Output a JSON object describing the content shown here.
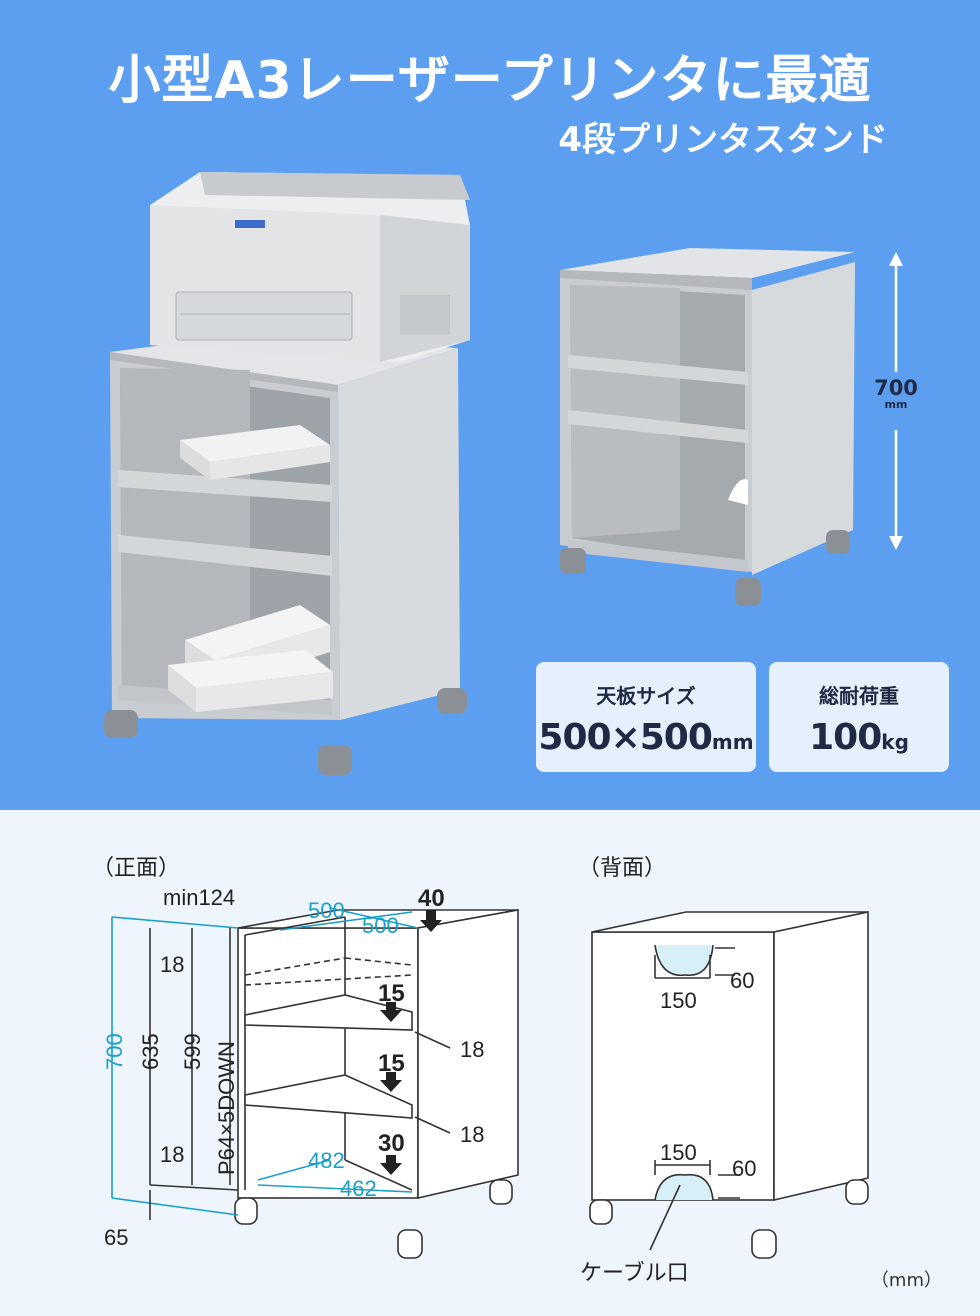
{
  "hero": {
    "title": "小型A3レーザープリンタに最適",
    "subtitle": "4段プリンタスタンド",
    "height_value": "700",
    "height_unit": "mm",
    "colors": {
      "background": "#5c9ff0",
      "panel": "#e6f0fc",
      "text_dark": "#1f2a44"
    }
  },
  "specs": [
    {
      "label": "天板サイズ",
      "value": "500×500",
      "unit": "mm"
    },
    {
      "label": "総耐荷重",
      "value": "100",
      "unit": "kg"
    }
  ],
  "diagram": {
    "front_label": "（正面）",
    "back_label": "（背面）",
    "front": {
      "min_height": "min124",
      "width_top": "500",
      "depth_top": "500",
      "top_load": "40",
      "top_thickness": "18",
      "shelf_load_1": "15",
      "shelf_thickness_1": "18",
      "shelf_load_2": "15",
      "shelf_thickness_2": "18",
      "total_height": "700",
      "inner_height": "635",
      "shelf_span": "599",
      "pitch_note": "P64×5DOWN",
      "bottom_thickness": "18",
      "inner_width": "482",
      "inner_depth": "462",
      "bottom_load": "30",
      "caster_height": "65"
    },
    "back": {
      "cable_top_width": "150",
      "cable_top_height": "60",
      "cable_bottom_width": "150",
      "cable_bottom_height": "60",
      "cable_label": "ケーブル口"
    },
    "unit_note": "（mm）"
  }
}
